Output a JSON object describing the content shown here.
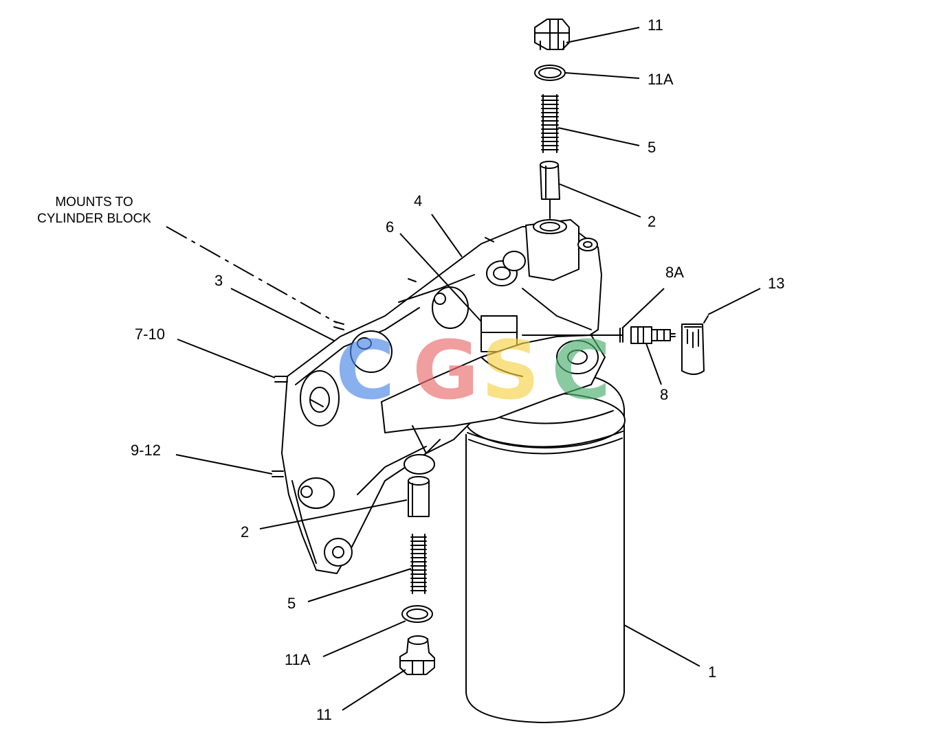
{
  "note": {
    "line1": "MOUNTS TO",
    "line2": "CYLINDER BLOCK"
  },
  "callouts": {
    "c11_top": "11",
    "c11a_top": "11A",
    "c5_top": "5",
    "c2_top": "2",
    "c4": "4",
    "c6": "6",
    "c8a": "8A",
    "c13": "13",
    "c8": "8",
    "c3": "3",
    "c7_10": "7-10",
    "c9_12": "9-12",
    "c2_bottom": "2",
    "c5_bottom": "5",
    "c11a_bottom": "11A",
    "c11_bottom": "11",
    "c1": "1"
  },
  "watermark": {
    "letters": [
      "C",
      "G",
      "S",
      "C"
    ],
    "colors": [
      "#4a86e8",
      "#ea6b6b",
      "#f6d24a",
      "#4caf6e"
    ]
  }
}
